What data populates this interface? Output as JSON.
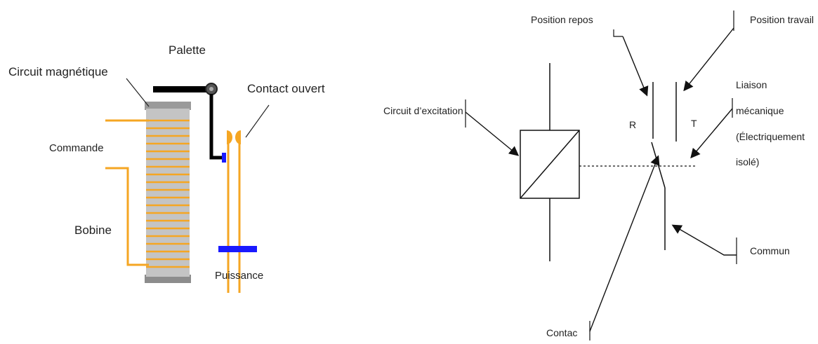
{
  "left_diagram": {
    "labels": {
      "palette": "Palette",
      "circuit_magnetique": "Circuit magnétique",
      "contact_ouvert": "Contact ouvert",
      "commande": "Commande",
      "bobine": "Bobine",
      "puissance": "Puissance"
    },
    "colors": {
      "winding": "#f5a623",
      "core": "#bdbdbd",
      "palette": "#000000",
      "contact_blue": "#1a1aff"
    }
  },
  "right_diagram": {
    "labels": {
      "position_repos": "Position repos",
      "position_travail": "Position travail",
      "circuit_excitation": "Circuit d’excitation",
      "liaison_line1": "Liaison",
      "liaison_line2": "mécanique",
      "liaison_line3": "(Électriquement",
      "liaison_line4": "isolé)",
      "r": "R",
      "t": "T",
      "commun": "Commun",
      "contac": "Contac"
    }
  }
}
